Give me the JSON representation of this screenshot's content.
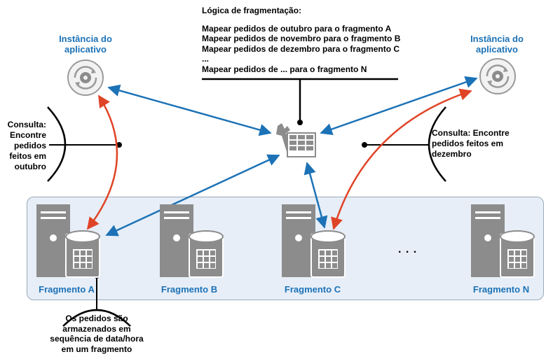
{
  "logic": {
    "title": "Lógica de fragmentação:",
    "lines": [
      "Mapear pedidos de outubro para o fragmento A",
      "Mapear pedidos de novembro para o fragmento B",
      "Mapear pedidos de dezembro para o fragmento C",
      "...",
      "Mapear pedidos de ... para o fragmento N"
    ]
  },
  "apps": [
    {
      "title": "Instância do aplicativo",
      "icon": "gear-sync-icon"
    },
    {
      "title": "Instância do aplicativo",
      "icon": "gear-sync-icon"
    }
  ],
  "queries": [
    "Consulta: Encontre pedidos feitos em outubro",
    "Consulta: Encontre pedidos feitos em dezembro"
  ],
  "shards": [
    {
      "label": "Fragmento A"
    },
    {
      "label": "Fragmento B"
    },
    {
      "label": "Fragmento C"
    },
    {
      "label": "Fragmento N"
    }
  ],
  "ellipsis": ". . .",
  "note": "Os pedidos são armazenados em sequência de data/hora em um fragmento",
  "colors": {
    "blue": "#1c72b6",
    "red": "#e04427",
    "server": "#8c8c8c",
    "band": "#e7eef7"
  }
}
